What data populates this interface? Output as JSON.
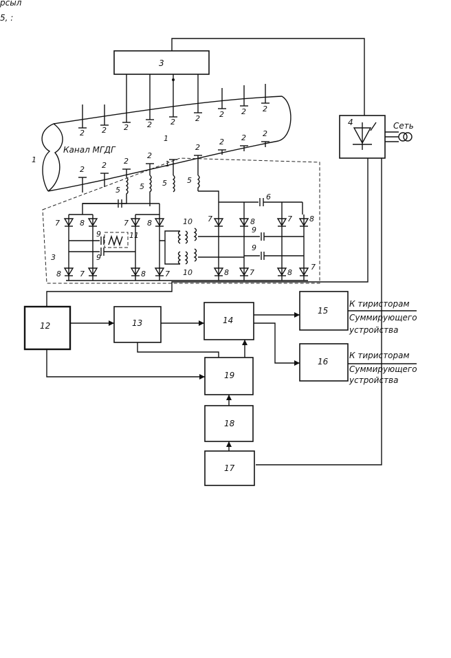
{
  "corner_text": {
    "line1": "рсыл",
    "line2": "5, :"
  },
  "channel": {
    "label": "Канал МГДГ",
    "number": "1",
    "electrode_number": "2",
    "electrode_mid_label": "1"
  },
  "inverter_group_number": "3",
  "block_labels": {
    "b3": "3",
    "b4": "4",
    "b12": "12",
    "b13": "13",
    "b14": "14",
    "b15": "15",
    "b16": "16",
    "b17": "17",
    "b18": "18",
    "b19": "19"
  },
  "network_label": "Сеть",
  "component_labels": {
    "inductor": "5",
    "capacitor": "6",
    "thyristor_a": "7",
    "thyristor_b": "8",
    "cap9": "9",
    "transformer": "10",
    "resistor": "11",
    "group": "3"
  },
  "captions": {
    "b15_line1": "К тиристорам",
    "b15_line2": "Суммирующего",
    "b15_line3": "устройства",
    "b16_line1": "К тиристорам",
    "b16_line2": "Суммирующего",
    "b16_line3": "устройства"
  }
}
